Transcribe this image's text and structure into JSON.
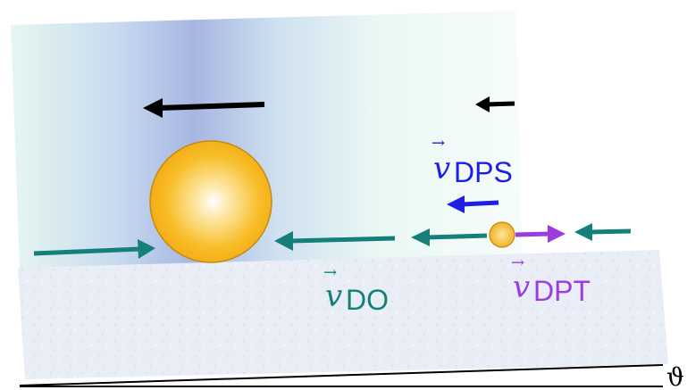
{
  "labels": {
    "v_dps": {
      "symbol": "v",
      "subscript": "DPS"
    },
    "v_do": {
      "symbol": "v",
      "subscript": "DO"
    },
    "v_dpt": {
      "symbol": "v",
      "subscript": "DPT"
    },
    "angle": "ϑ"
  },
  "colors": {
    "background": "#ffffff",
    "fluid_gradient_edge": "#e7f7f3",
    "fluid_gradient_center": "#a8b8e2",
    "substrate": "#e9eef6",
    "particle_fill": "#f6b81e",
    "particle_highlight": "#ffffff",
    "arrow_black": "#000000",
    "arrow_teal": "#15807a",
    "arrow_blue": "#1d1fe4",
    "arrow_purple": "#9a3ce0",
    "label_teal": "#15807a",
    "label_blue": "#1d1fe4",
    "label_purple": "#9a3ce0"
  }
}
